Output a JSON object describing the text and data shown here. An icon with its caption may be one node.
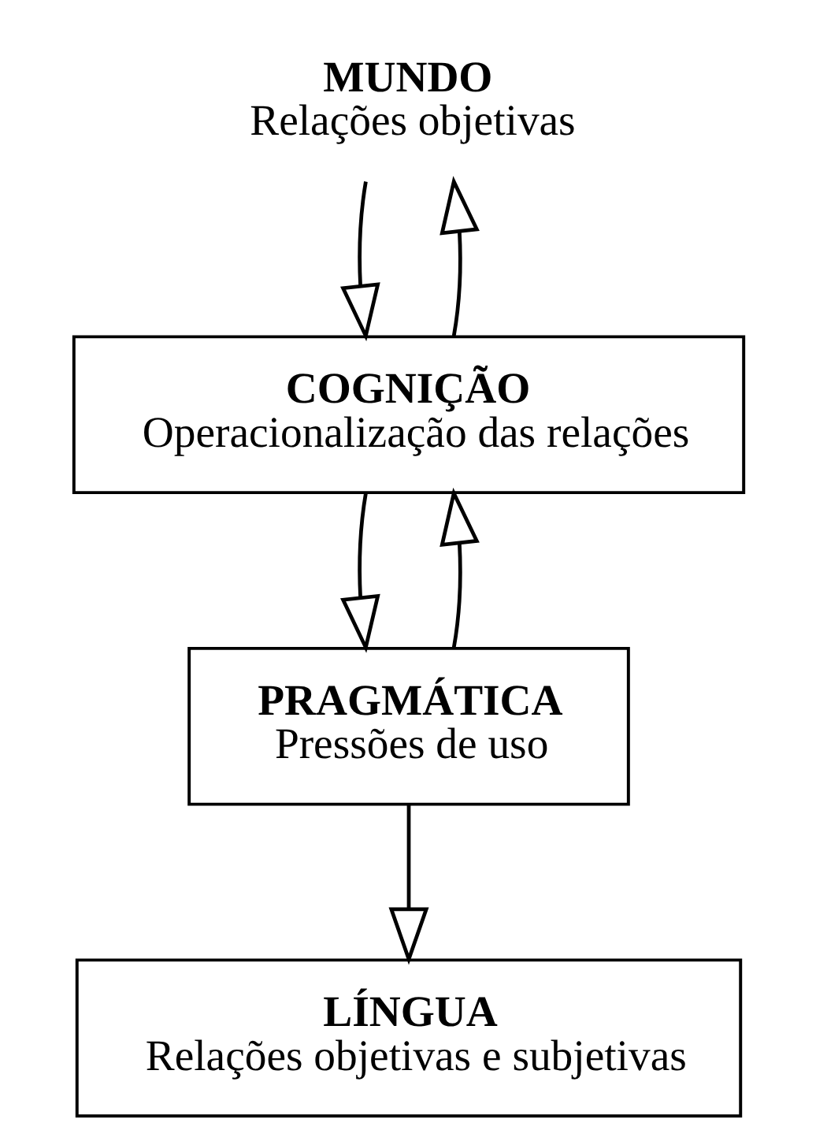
{
  "diagram": {
    "nodes": [
      {
        "text": [
          "MUNDO",
          "Relações objetivas"
        ]
      },
      {
        "text": [
          "COGNIÇÃO",
          "Operacionalização das relações"
        ]
      },
      {
        "text": [
          "PRAGMÁTICA",
          "Pressões de uso"
        ]
      },
      {
        "text": [
          "LÍNGUA",
          "Relações objetivas e subjetivas"
        ]
      }
    ],
    "edges": [
      {
        "from": 0,
        "to": 1,
        "arrow": "to"
      },
      {
        "from": 1,
        "to": 0,
        "arrow": "to"
      },
      {
        "from": 1,
        "to": 2,
        "arrow": "to"
      },
      {
        "from": 2,
        "to": 1,
        "arrow": "to"
      },
      {
        "from": 2,
        "to": 3,
        "arrow": "to"
      }
    ]
  }
}
